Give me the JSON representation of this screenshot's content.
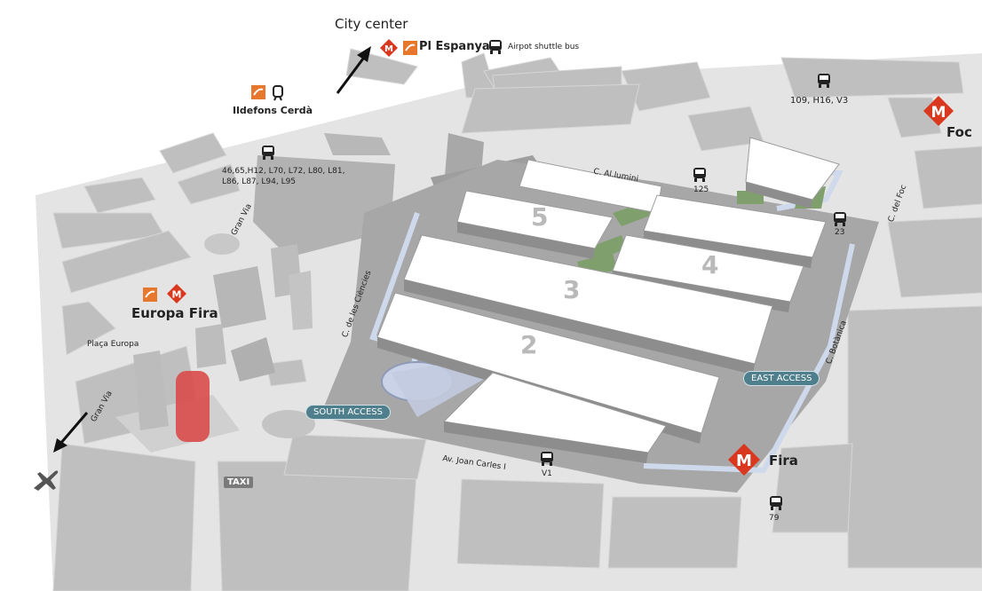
{
  "city_center": "City center",
  "pl_espanya": "Pl Espanya",
  "airport_shuttle": "Airpot shuttle bus",
  "ildefons": "Ildefons Cerdà",
  "bus_lines_granvia": "46,65,H12, L70, L72, L80, L81, L86, L87, L94, L95",
  "gran_via_1": "Gran Via",
  "gran_via_2": "Gran Via",
  "europa_fira": "Europa Fira",
  "placa_europa": "Plaça Europa",
  "c_ciencies": "C. de les Ciències",
  "c_aluminio": "C. Al.lumini",
  "bus_125": "125",
  "bus_23": "23",
  "bus_top": "109, H16, V3",
  "foc": "Foc",
  "c_foc": "C. del Foc",
  "c_botanica": "C. Botànica",
  "east_access": "EAST ACCESS",
  "south_access": "SOUTH ACCESS",
  "av_joan": "Av. Joan Carles I",
  "bus_v1": "V1",
  "fira": "Fira",
  "bus_79": "79",
  "taxi": "TAXI",
  "halls": {
    "h5": "5",
    "h4": "4",
    "h3": "3",
    "h2": "2"
  },
  "colors": {
    "metro_red": "#d9381e",
    "train_orange": "#e8772e",
    "block_grey": "#bdbdbd",
    "street": "#e6e6e6",
    "hall_white": "#ffffff",
    "green": "#7fa06c",
    "path_blue": "#cfd9ec",
    "pill": "#4f7f8c",
    "tower_red": "#d94a4a"
  },
  "icons": [
    "metro-icon",
    "train-icon",
    "bus-icon",
    "airplane-icon",
    "arrow-icon"
  ]
}
